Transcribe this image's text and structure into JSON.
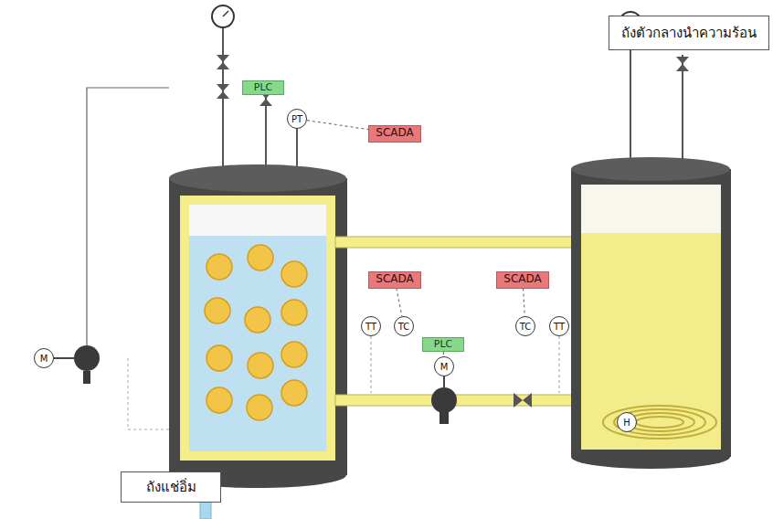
{
  "diagram": {
    "nodes": [
      {
        "text": [
          "ถังตัวกลางนำความร้อน"
        ]
      },
      {
        "text": [
          "PLC"
        ]
      },
      {
        "text": [
          "PT"
        ]
      },
      {
        "text": [
          "SCADA"
        ]
      },
      {
        "text": [
          "SCADA"
        ]
      },
      {
        "text": [
          "SCADA"
        ]
      },
      {
        "text": [
          "TT"
        ]
      },
      {
        "text": [
          "TC"
        ]
      },
      {
        "text": [
          "TC"
        ]
      },
      {
        "text": [
          "TT"
        ]
      },
      {
        "text": [
          "PLC"
        ]
      },
      {
        "text": [
          "M"
        ]
      },
      {
        "text": [
          "M"
        ]
      },
      {
        "text": [
          "H"
        ]
      },
      {
        "text": [
          "ถังแช่อิ่ม"
        ]
      }
    ],
    "edges": [
      {
        "from": 2,
        "to": 3,
        "arrow": "none"
      },
      {
        "from": 4,
        "to": 7,
        "arrow": "none"
      },
      {
        "from": 5,
        "to": 8,
        "arrow": "none"
      },
      {
        "from": 10,
        "to": 11,
        "arrow": "none"
      }
    ]
  }
}
